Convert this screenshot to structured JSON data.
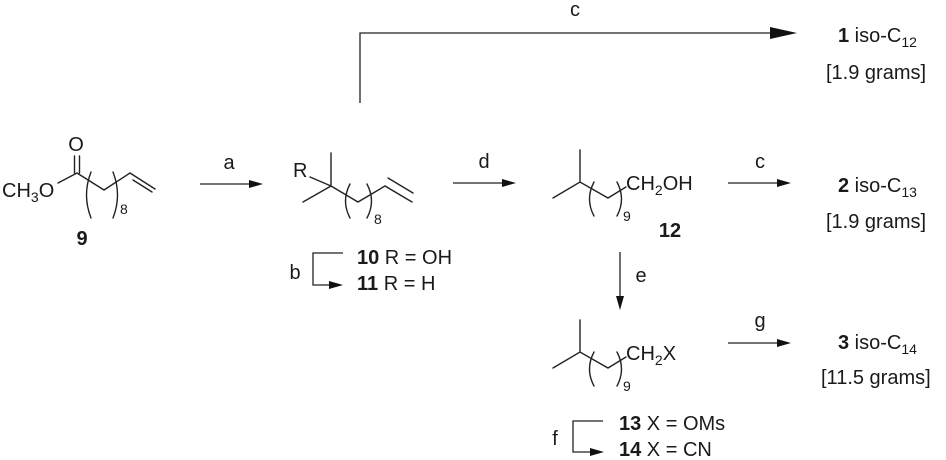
{
  "compounds": {
    "c9": {
      "number": "9",
      "carbonyl_o": "O",
      "methoxy": {
        "ch": "CH",
        "sub": "3",
        "o": "O"
      },
      "repeat": "8"
    },
    "c10_11": {
      "r_label": "R",
      "repeat": "8",
      "c10": {
        "number": "10",
        "text": " R = OH"
      },
      "c11": {
        "number": "11",
        "text": " R = H"
      }
    },
    "c12": {
      "number": "12",
      "group": {
        "a": "CH",
        "sub": "2",
        "b": "OH"
      },
      "repeat": "9"
    },
    "c13_14": {
      "group": {
        "a": "CH",
        "sub": "2",
        "b": "X"
      },
      "repeat": "9",
      "c13": {
        "number": "13",
        "text": " X = OMs"
      },
      "c14": {
        "number": "14",
        "text": " X = CN"
      }
    }
  },
  "reagents": {
    "a": "a",
    "b": "b",
    "c_top": "c",
    "c_mid": "c",
    "d": "d",
    "e": "e",
    "f": "f",
    "g": "g"
  },
  "products": [
    {
      "number": "1",
      "prefix": " iso-C",
      "sub": "12",
      "yield": "[1.9 grams]"
    },
    {
      "number": "2",
      "prefix": " iso-C",
      "sub": "13",
      "yield": "[1.9 grams]"
    },
    {
      "number": "3",
      "prefix": " iso-C",
      "sub": "14",
      "yield": "[11.5 grams]"
    }
  ]
}
